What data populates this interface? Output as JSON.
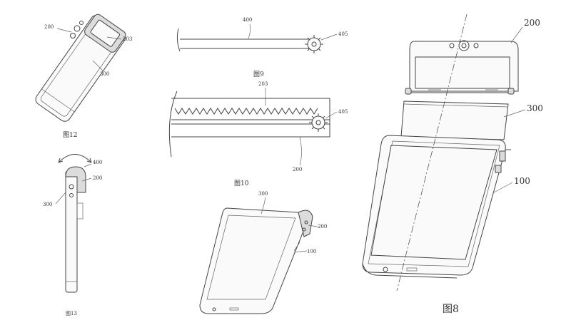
{
  "figures": {
    "fig12": {
      "caption": "图12",
      "labels": [
        "200",
        "203",
        "300"
      ]
    },
    "fig13": {
      "caption": "图13",
      "labels": [
        "400",
        "200",
        "300"
      ]
    },
    "fig9": {
      "caption": "图9",
      "labels": [
        "400",
        "405"
      ]
    },
    "fig10": {
      "caption": "图10",
      "labels": [
        "203",
        "405",
        "200"
      ]
    },
    "fig_bottom": {
      "caption": "",
      "labels": [
        "300",
        "200",
        "100"
      ]
    },
    "fig8": {
      "caption": "图8",
      "labels": [
        "200",
        "300",
        "100"
      ]
    }
  }
}
